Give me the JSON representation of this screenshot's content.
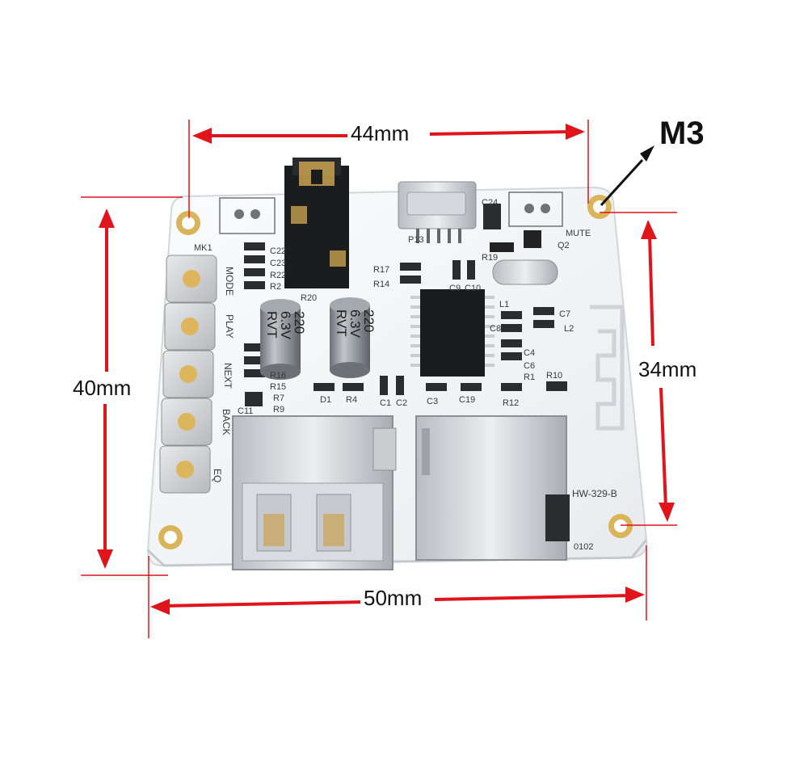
{
  "dimensions": {
    "top_width": "44mm",
    "bottom_width": "50mm",
    "left_height": "40mm",
    "right_height": "34mm",
    "hole_label": "M3"
  },
  "colors": {
    "arrow": "#e0141b",
    "pcb": "#f4f5f7",
    "capacitor": "#8f9499",
    "metal": "#d2d5d9"
  },
  "board": {
    "model": "HW-329-B",
    "code": "0102",
    "buttons": [
      "MODE",
      "PLAY",
      "NEXT",
      "BACK",
      "EQ"
    ],
    "labels": {
      "mk1": "MK1",
      "mute": "MUTE",
      "q2": "Q2",
      "p13": "P13",
      "c24": "C24",
      "r19": "R19",
      "c22": "C22",
      "c23": "C23",
      "r22": "R22",
      "r2": "R2",
      "r20": "R20",
      "r17": "R17",
      "r14": "R14",
      "c9": "C9",
      "c10": "C10",
      "l1": "L1",
      "l2": "L2",
      "c7": "C7",
      "c8": "C8",
      "c4": "C4",
      "c6": "C6",
      "r1": "R1",
      "r10": "R10",
      "d1": "D1",
      "r4": "R4",
      "c1": "C1",
      "c2": "C2",
      "c3": "C3",
      "c19": "C19",
      "r12": "R12",
      "c11": "C11",
      "r9": "R9",
      "r7": "R7",
      "r16": "R16",
      "r15": "R15"
    },
    "capacitors": [
      {
        "value": "220",
        "voltage": "6.3V",
        "brand": "RVT"
      },
      {
        "value": "220",
        "voltage": "6.3V",
        "brand": "RVT"
      }
    ]
  }
}
